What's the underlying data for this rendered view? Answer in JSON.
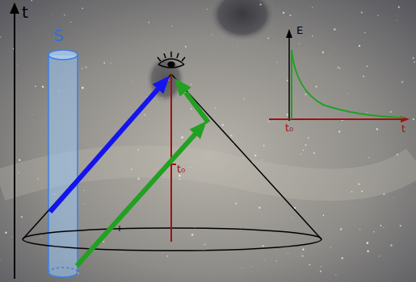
{
  "diagram": {
    "labels": [
      "t",
      "S",
      "t₀",
      "E",
      "t₀",
      "t"
    ]
  }
}
